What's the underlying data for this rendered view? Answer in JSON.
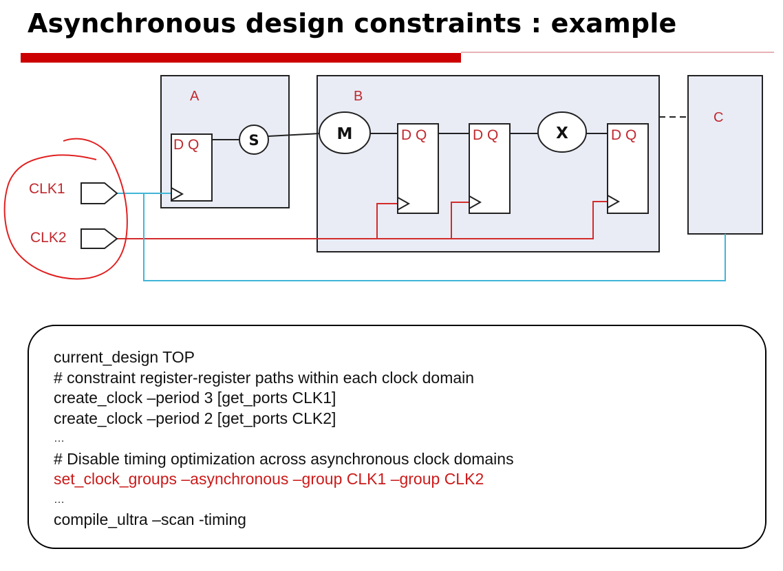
{
  "slide": {
    "title": "Asynchronous design constraints : example"
  },
  "diagram": {
    "blocks": {
      "a": "A",
      "b": "B",
      "c": "C"
    },
    "registers": [
      "D Q",
      "D Q",
      "D Q",
      "D Q"
    ],
    "logic": {
      "s": "S",
      "m": "M",
      "x": "X"
    },
    "ports": {
      "clk1": "CLK1",
      "clk2": "CLK2"
    },
    "colors": {
      "clk1_wire": "#3fb6d6",
      "clk2_wire": "#d42a2a",
      "block_fill": "#e9ecf5",
      "label_red": "#c0282d",
      "annotation": "#e02020"
    }
  },
  "code": {
    "lines": [
      {
        "text": "current_design TOP",
        "style": "normal"
      },
      {
        "text": "# constraint register-register paths within each clock domain",
        "style": "normal"
      },
      {
        "text": "create_clock –period 3 [get_ports CLK1]",
        "style": "normal"
      },
      {
        "text": "create_clock –period 2 [get_ports CLK2]",
        "style": "normal"
      },
      {
        "text": "…",
        "style": "small"
      },
      {
        "text": "# Disable timing optimization across asynchronous clock domains",
        "style": "normal"
      },
      {
        "text": "set_clock_groups –asynchronous –group CLK1 –group CLK2",
        "style": "red"
      },
      {
        "text": "…",
        "style": "small"
      },
      {
        "text": "compile_ultra –scan -timing",
        "style": "normal"
      }
    ]
  }
}
